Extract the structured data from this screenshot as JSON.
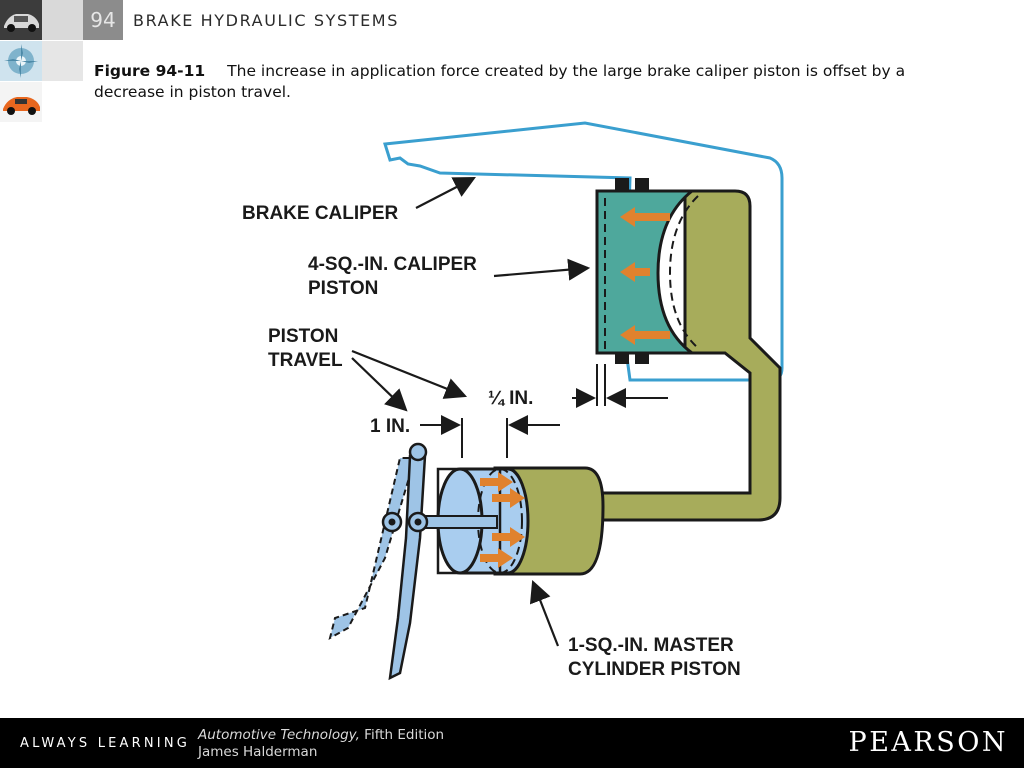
{
  "header": {
    "chapter_number": "94",
    "chapter_title": "BRAKE HYDRAULIC SYSTEMS"
  },
  "caption": {
    "figure_number": "Figure 94-11",
    "text": "The increase in application force created by the large brake caliper piston is offset by a decrease in piston travel."
  },
  "diagram": {
    "labels": {
      "brake_caliper": "BRAKE CALIPER",
      "caliper_piston_line1": "4-SQ.-IN. CALIPER",
      "caliper_piston_line2": "PISTON",
      "piston_travel_line1": "PISTON",
      "piston_travel_line2": "TRAVEL",
      "quarter_inch": "¼ IN.",
      "one_inch": "1 IN.",
      "master_piston_line1": "1-SQ.-IN. MASTER",
      "master_piston_line2": "CYLINDER PISTON"
    },
    "colors": {
      "caliper_outline": "#3a9fcf",
      "fluid": "#a7ac5b",
      "caliper_piston": "#4ea89c",
      "master_piston": "#a9cdef",
      "pedal": "#9ec4e6",
      "force_arrow": "#e0822e"
    }
  },
  "footer": {
    "tagline": "ALWAYS LEARNING",
    "book_title": "Automotive Technology,",
    "edition": " Fifth Edition",
    "author": "James Halderman",
    "publisher": "PEARSON"
  }
}
